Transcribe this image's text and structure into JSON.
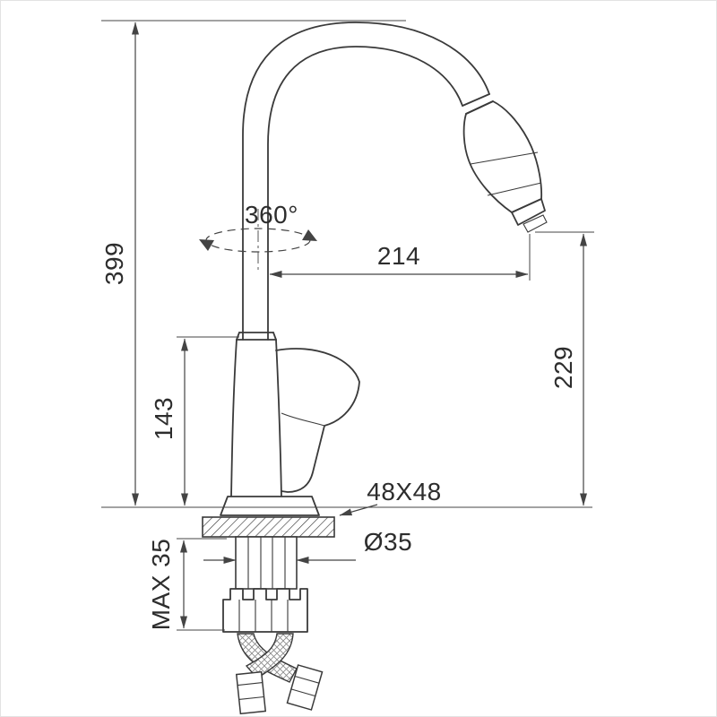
{
  "page": {
    "background": "#ffffff",
    "line_color": "#3a3a3a",
    "dim_color": "#444444",
    "subject": "kitchen faucet with pull-out spray head, installation dimension drawing"
  },
  "drawing": {
    "dimensions": {
      "total_height": "399",
      "swivel_angle": "360°",
      "spout_reach": "214",
      "outlet_height": "229",
      "body_height": "143",
      "base_size": "48X48",
      "hole_diameter": "Ø35",
      "max_deck_thickness": "MAX 35"
    }
  }
}
